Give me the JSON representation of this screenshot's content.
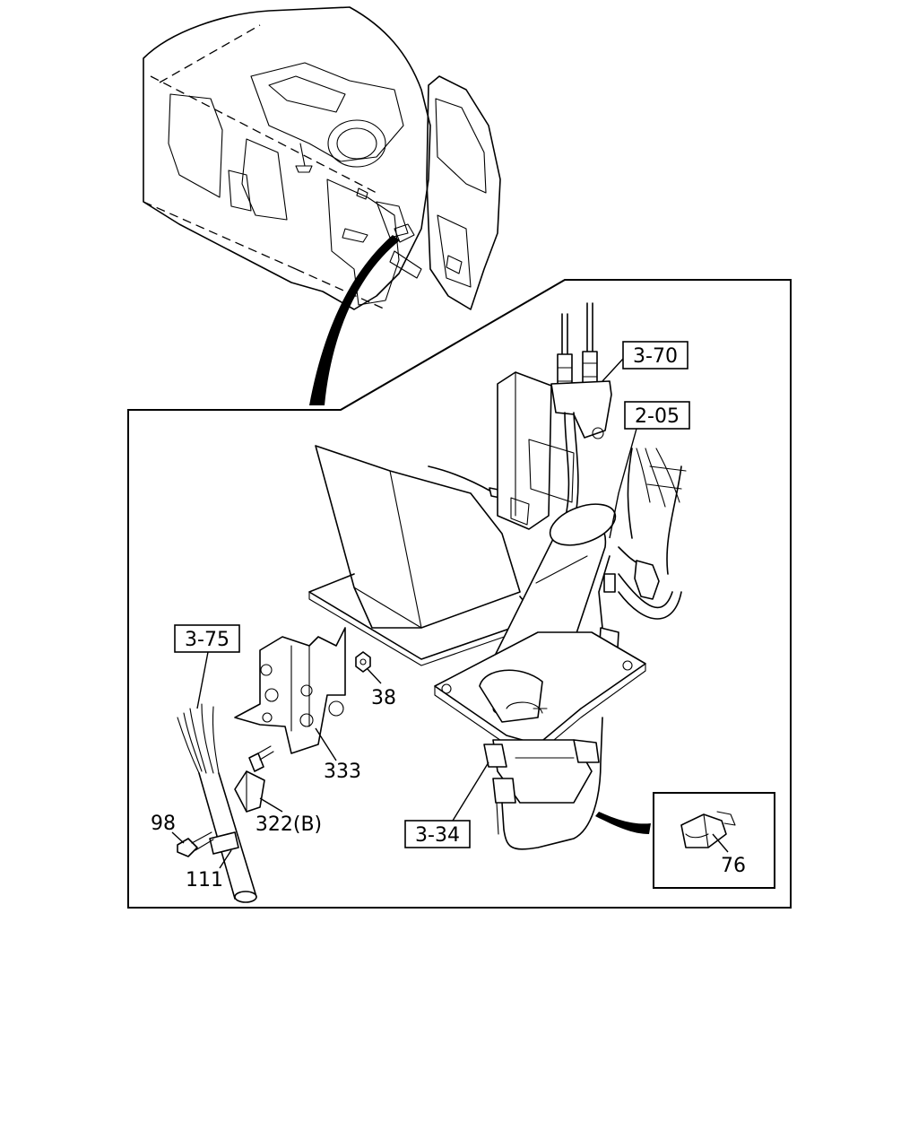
{
  "callouts": {
    "ref_3_70": "3-70",
    "ref_2_05": "2-05",
    "ref_3_75": "3-75",
    "ref_3_34": "3-34"
  },
  "part_numbers": {
    "p38": "38",
    "p333": "333",
    "p322b": "322(B)",
    "p98": "98",
    "p111": "111",
    "p76": "76"
  }
}
